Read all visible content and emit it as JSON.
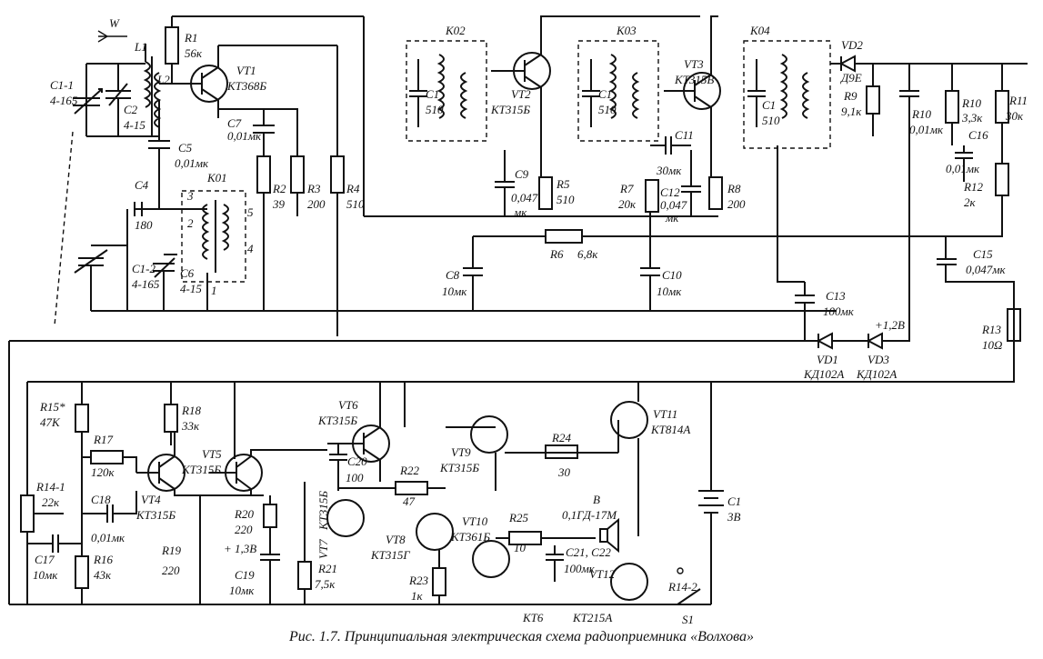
{
  "caption": "Рис. 1.7. Принципиальная электрическая схема радиоприемника «Волхова»",
  "labels": {
    "W": "W",
    "C1_1": "C1-1",
    "C1_1v": "4-165",
    "C2": "C2",
    "C2v": "4-15",
    "L1": "L1",
    "L2": "L2",
    "R1": "R1",
    "R1v": "56к",
    "VT1": "VT1",
    "VT1v": "КТ368Б",
    "C7": "C7",
    "C7v": "0,01мк",
    "C5": "C5",
    "C5v": "0,01мк",
    "C4": "C4",
    "C4v": "180",
    "K01": "К01",
    "R2": "R2",
    "R2v": "39",
    "R3": "R3",
    "R3v": "200",
    "R4": "R4",
    "R4v": "510",
    "C1_2": "C1-2",
    "C1_2v": "4-165",
    "C6": "C6",
    "C6v": "4-15",
    "K02": "К02",
    "K03": "К03",
    "K04": "К04",
    "C1a": "C1",
    "C1av": "510",
    "C1b": "C1",
    "C1bv": "510",
    "C1c": "C1",
    "C1cv": "510",
    "VT2": "VT2",
    "VT2v": "КТ315Б",
    "VT3": "VT3",
    "VT3v": "КТ315В",
    "VD2": "VD2",
    "VD2v": "Д9Е",
    "R9": "R9",
    "R9v": "9,1к",
    "R10a": "R10",
    "R10av": "0,01мк",
    "R10b": "R10",
    "R10bv": "3,3к",
    "R11": "R11",
    "R11v": "30к",
    "C16": "C16",
    "C16v": "0,01мк",
    "R12": "R12",
    "R12v": "2к",
    "C9": "C9",
    "C9v": "0,047",
    "C9v2": "мк",
    "R5": "R5",
    "R5v": "510",
    "C11": "C11",
    "C11v": "30мк",
    "R7": "R7",
    "R7v": "20к",
    "C12": "C12",
    "C12v": "0,047",
    "C12v2": "мк",
    "R8": "R8",
    "R8v": "200",
    "R6": "R6",
    "R6v": "6,8к",
    "C8": "C8",
    "C8v": "10мк",
    "C10": "C10",
    "C10v": "10мк",
    "C15": "C15",
    "C15v": "0,047мк",
    "C13": "C13",
    "C13v": "100мк",
    "V12": "+1,2В",
    "VD1": "VD1",
    "VD1v": "КД102А",
    "VD3": "VD3",
    "VD3v": "КД102А",
    "R13": "R13",
    "R13v": "10Ω",
    "R15": "R15*",
    "R15v": "47К",
    "R18": "R18",
    "R18v": "33к",
    "VT6": "VT6",
    "VT6v": "КТ315Б",
    "VT11": "VT11",
    "VT11v": "КТ814А",
    "R17": "R17",
    "R17v": "120к",
    "VT4": "VT4",
    "VT4v": "КТ315Б",
    "VT5": "VT5",
    "VT5v": "КТ315Б",
    "C20": "C20",
    "C20v": "100",
    "R22": "R22",
    "R22v": "47",
    "VT9": "VT9",
    "VT9v": "КТ315Б",
    "R24": "R24",
    "R24v": "30",
    "C1bat": "C1",
    "C1batv": "3В",
    "R14_1": "R14-1",
    "R14_1v": "22к",
    "C18": "C18",
    "C18v": "0,01мк",
    "R20": "R20",
    "R20v": "220",
    "V13": "+ 1,3В",
    "VT7": "VT7",
    "VT7v": "КТ315Б",
    "R25": "R25",
    "R25v": "10",
    "B": "B",
    "Bv": "0,1ГД-17М",
    "VT8": "VT8",
    "VT8v": "КТ315Г",
    "VT10": "VT10",
    "VT10v": "КТ361Б",
    "C21": "C21, C22",
    "C21v": "100мк",
    "C17": "C17",
    "C17v": "10мк",
    "R16": "R16",
    "R16v": "43к",
    "R19": "R19",
    "R19v": "220",
    "C19": "C19",
    "C19v": "10мк",
    "R21": "R21",
    "R21v": "7,5к",
    "R23": "R23",
    "R23v": "1к",
    "R14_2": "R14-2",
    "S1": "S1",
    "VT12": "VT12",
    "KT6": "КТ6",
    "KT215A": "КТ215А",
    "pin1": "1",
    "pin2": "2",
    "pin3": "3",
    "pin4": "4",
    "pin5": "5"
  }
}
